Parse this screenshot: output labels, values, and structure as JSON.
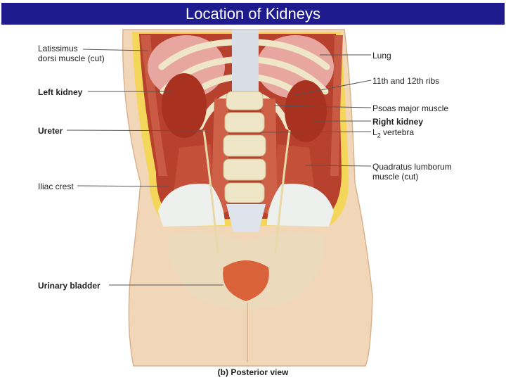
{
  "title": "Location of Kidneys",
  "caption": "(b) Posterior view",
  "labels": {
    "latissimus_1": "Latissimus",
    "latissimus_2": "dorsi muscle (cut)",
    "left_kidney": "Left kidney",
    "ureter": "Ureter",
    "iliac_crest": "Iliac crest",
    "urinary_bladder": "Urinary bladder",
    "lung": "Lung",
    "ribs": "11th and 12th ribs",
    "psoas": "Psoas major muscle",
    "right_kidney": "Right kidney",
    "vertebra_letter": "L",
    "vertebra_sub": "2",
    "vertebra_word": " vertebra",
    "quadratus_1": "Quadratus lumborum",
    "quadratus_2": "muscle (cut)"
  },
  "colors": {
    "title_bar": "#1e1b8e",
    "skin": "#f2d6b8",
    "muscle": "#b8412e",
    "bone": "#efe6c8",
    "fat": "#f3d65a",
    "kidney": "#a8321f",
    "bladder": "#d9623a"
  }
}
